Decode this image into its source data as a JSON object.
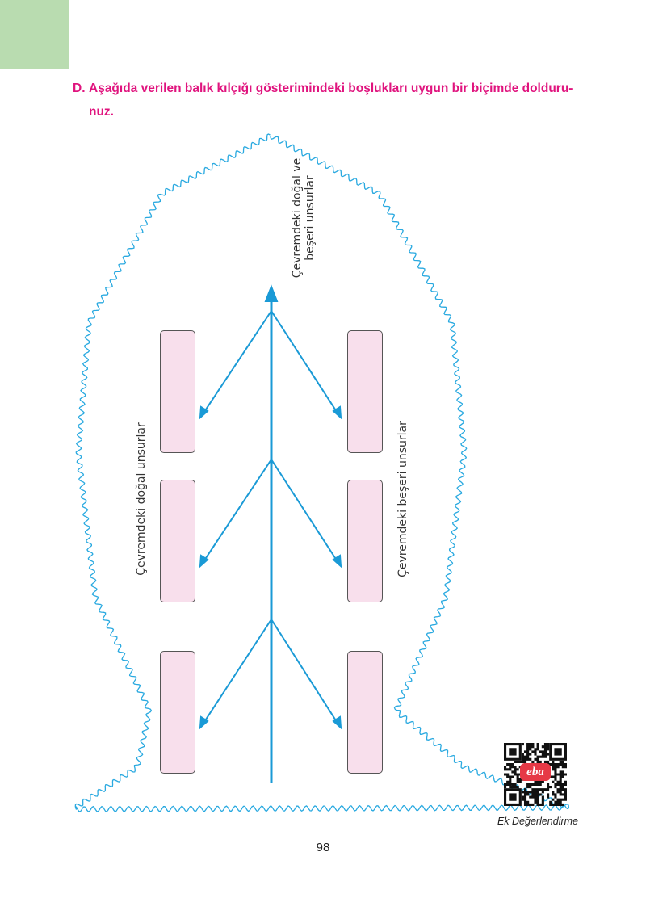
{
  "question": {
    "letter": "D.",
    "line1": "Aşağıda verilen balık kılçığı gösterimindeki boşlukları uygun bir biçimde dolduru-",
    "line2": "nuz."
  },
  "diagram": {
    "top_label_line1": "Çevremdeki doğal ve",
    "top_label_line2": "beşeri unsurlar",
    "left_label": "Çevremdeki doğal unsurlar",
    "right_label": "Çevremdeki beşeri unsurlar",
    "answer_boxes": [
      "",
      "",
      "",
      "",
      "",
      ""
    ]
  },
  "colors": {
    "heading": "#e0147e",
    "spine": "#1a9ad6",
    "outline": "#29a9e0",
    "box_fill": "#f8dfec",
    "corner_tab": "#b9dcb0"
  },
  "qr": {
    "badge": "eba",
    "caption": "Ek Değerlendirme"
  },
  "page_number": "98"
}
